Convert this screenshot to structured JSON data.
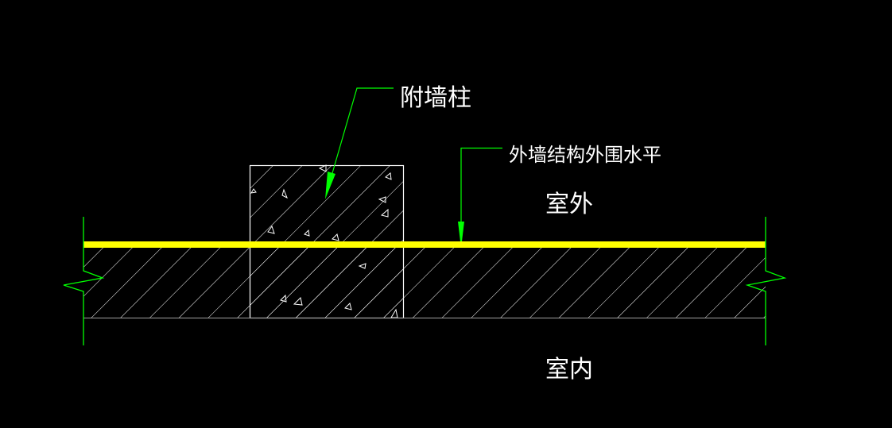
{
  "labels": {
    "column": "附墙柱",
    "outer_wall_line": "外墙结构外围水平",
    "outside": "室外",
    "inside": "室内"
  },
  "colors": {
    "background": "#000000",
    "leader": "#00ff00",
    "outline": "#ffffff",
    "boundary": "#ffff00",
    "wall_bottom": "#a0a0a0"
  }
}
